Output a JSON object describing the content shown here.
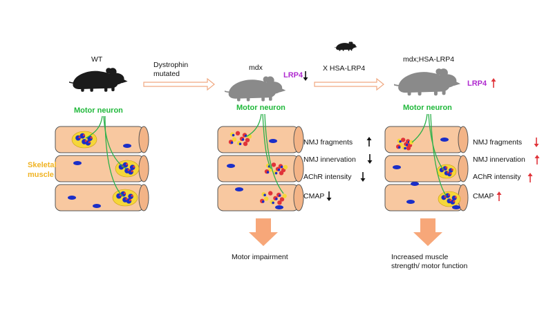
{
  "colors": {
    "muscle_fill": "#f8c8a0",
    "muscle_stroke": "#555555",
    "neuron": "#2bb04a",
    "nucleus": "#1a2ec8",
    "nmj_yellow": "#f5d63a",
    "nmj_red": "#e0343a",
    "arrow_orange": "#f7a779",
    "arrow_up_red": "#e0343a",
    "lrp4_purple": "#b02bd0",
    "skeletal_orange": "#f0b323",
    "motor_green": "#1fb83a",
    "mouse_black": "#1b1b1b",
    "mouse_gray": "#8a8a8a"
  },
  "panels": {
    "wt": {
      "title": "WT",
      "neuron_label": "Motor neuron"
    },
    "mdx": {
      "title": "mdx",
      "lrp4_label": "LRP4",
      "lrp4_trend": "down",
      "neuron_label": "Motor neuron",
      "measures": [
        {
          "label": "NMJ fragments",
          "trend": "up"
        },
        {
          "label": "NMJ innervation",
          "trend": "down"
        },
        {
          "label": "AChR intensity",
          "trend": "down"
        },
        {
          "label": "CMAP",
          "trend": "down"
        }
      ],
      "outcome": "Motor impairment"
    },
    "rescue": {
      "title": "mdx;HSA-LRP4",
      "lrp4_label": "LRP4",
      "lrp4_trend": "up",
      "neuron_label": "Motor neuron",
      "measures": [
        {
          "label": "NMJ fragments",
          "trend": "down"
        },
        {
          "label": "NMJ innervation",
          "trend": "up"
        },
        {
          "label": "AChR intensity",
          "trend": "up"
        },
        {
          "label": "CMAP",
          "trend": "up"
        }
      ],
      "outcome": "Increased muscle strength/ motor function"
    }
  },
  "transitions": {
    "first": "Dystrophin mutated",
    "second": "X HSA-LRP4"
  },
  "side_label": "Skeletal muscle"
}
